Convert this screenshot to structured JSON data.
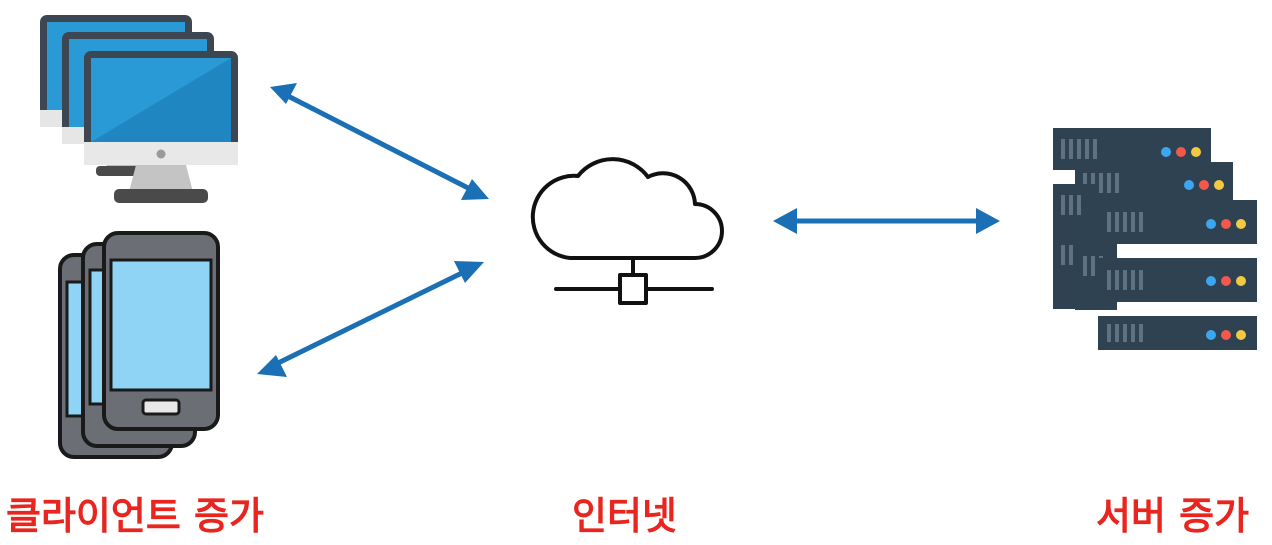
{
  "labels": {
    "clients": "클라이언트 증가",
    "internet": "인터넷",
    "servers": "서버 증가"
  },
  "colors": {
    "label": "#e8251e",
    "arrow": "#1a6fb5",
    "monitor_screen": "#2a9ad6",
    "monitor_frame": "#3c4753",
    "phone_screen": "#8fd4f5",
    "phone_body": "#6b6f75",
    "server_body": "#2f4251",
    "led_blue": "#3ba7f0",
    "led_red": "#f2594b",
    "led_yellow": "#f5c842"
  },
  "icons": {
    "clients_desktop": "desktop-monitors-icon",
    "clients_mobile": "smartphones-icon",
    "internet": "cloud-network-icon",
    "servers": "server-rack-icon"
  }
}
